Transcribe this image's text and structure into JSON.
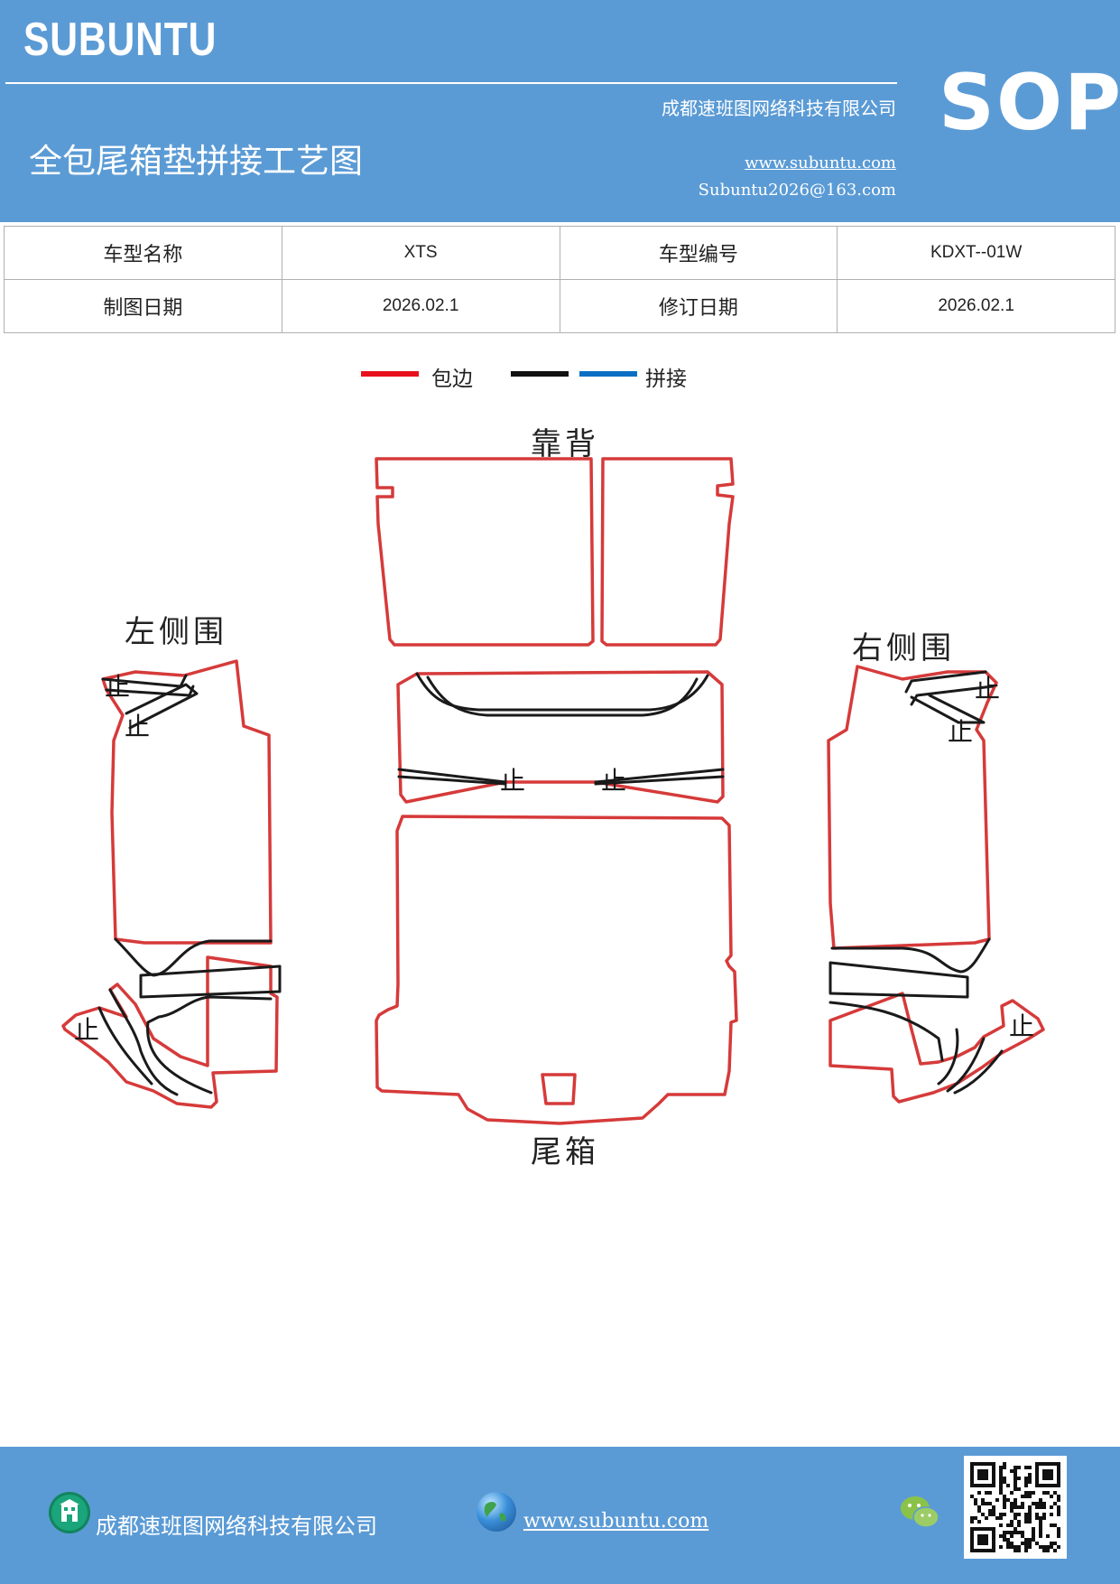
{
  "header": {
    "brand": "SUBUNTU",
    "company": "成都速班图网络科技有限公司",
    "title": "全包尾箱垫拼接工艺图",
    "website": "www.subuntu.com",
    "email": "Subuntu2026@163.com",
    "badge": "SOP"
  },
  "info_table": [
    {
      "label1": "车型名称",
      "value1": "XTS",
      "label2": "车型编号",
      "value2": "KDXT--01W"
    },
    {
      "label1": "制图日期",
      "value1": "2026.02.1",
      "label2": "修订日期",
      "value2": "2026.02.1"
    }
  ],
  "legend": {
    "items": [
      {
        "label": "包边",
        "color": "#e8101c"
      },
      {
        "label": "",
        "color": "#111111"
      },
      {
        "label": "拼接",
        "color": "#0a6fc4"
      }
    ]
  },
  "diagram": {
    "labels": {
      "backrest": "靠背",
      "left_side": "左侧围",
      "right_side": "右侧围",
      "trunk": "尾箱",
      "stop_mark": "止"
    },
    "colors": {
      "edge": "#d63a3a",
      "seam": "#1a1a1a"
    }
  },
  "footer": {
    "company": "成都速班图网络科技有限公司",
    "website": "www.subuntu.com",
    "icons": [
      "building-icon",
      "globe-icon",
      "wechat-icon",
      "qr-code"
    ]
  }
}
